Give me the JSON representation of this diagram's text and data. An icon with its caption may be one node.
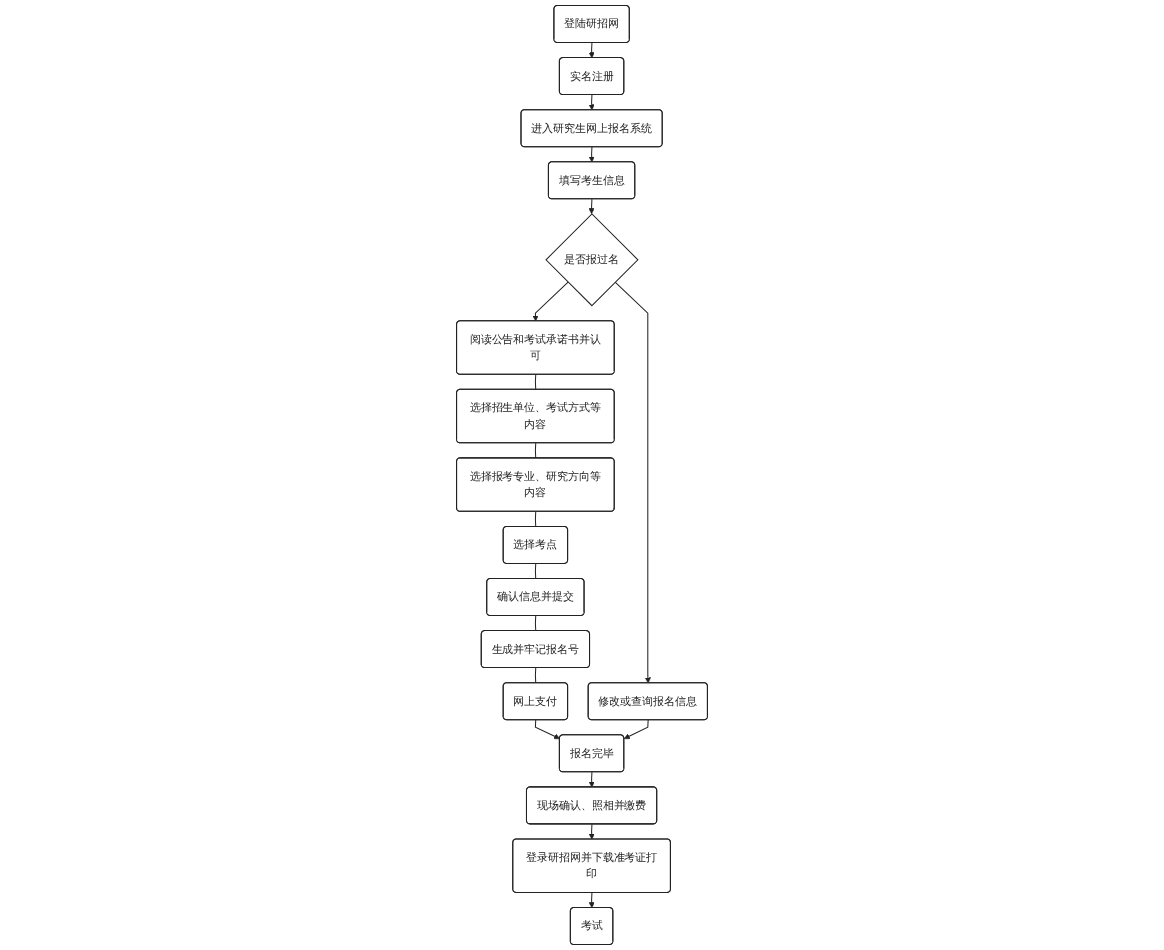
{
  "diagram": {
    "nodes": [
      {
        "text": [
          "登陆研招网"
        ]
      },
      {
        "text": [
          "实名注册"
        ]
      },
      {
        "text": [
          "进入研究生网上报名系统"
        ]
      },
      {
        "text": [
          "填写考生信息"
        ]
      },
      {
        "text": [
          "是否报过名"
        ]
      },
      {
        "text": [
          "阅读公告和考试承诺书并认可"
        ]
      },
      {
        "text": [
          "选择招生单位、考试方式等内容"
        ]
      },
      {
        "text": [
          "选择报考专业、研究方向等内容"
        ]
      },
      {
        "text": [
          "选择考点"
        ]
      },
      {
        "text": [
          "确认信息并提交"
        ]
      },
      {
        "text": [
          "生成并牢记报名号"
        ]
      },
      {
        "text": [
          "网上支付"
        ]
      },
      {
        "text": [
          "修改或查询报名信息"
        ]
      },
      {
        "text": [
          "报名完毕"
        ]
      },
      {
        "text": [
          "现场确认、照相并缴费"
        ]
      },
      {
        "text": [
          "登录研招网并下载准考证打印"
        ]
      },
      {
        "text": [
          "考试"
        ]
      }
    ],
    "edges": [
      {
        "from": 0,
        "to": 1,
        "arrow": "to"
      },
      {
        "from": 1,
        "to": 2,
        "arrow": "to"
      },
      {
        "from": 2,
        "to": 3,
        "arrow": "to"
      },
      {
        "from": 3,
        "to": 4,
        "arrow": "to"
      },
      {
        "from": 4,
        "to": 5,
        "arrow": "to"
      },
      {
        "from": 4,
        "to": 12,
        "arrow": "to"
      },
      {
        "from": 5,
        "to": 6,
        "arrow": "none"
      },
      {
        "from": 6,
        "to": 7,
        "arrow": "none"
      },
      {
        "from": 7,
        "to": 8,
        "arrow": "none"
      },
      {
        "from": 8,
        "to": 9,
        "arrow": "none"
      },
      {
        "from": 9,
        "to": 10,
        "arrow": "none"
      },
      {
        "from": 10,
        "to": 11,
        "arrow": "none"
      },
      {
        "from": 11,
        "to": 13,
        "arrow": "to"
      },
      {
        "from": 12,
        "to": 13,
        "arrow": "to"
      },
      {
        "from": 13,
        "to": 14,
        "arrow": "to"
      },
      {
        "from": 14,
        "to": 15,
        "arrow": "to"
      },
      {
        "from": 15,
        "to": 16,
        "arrow": "to"
      }
    ]
  }
}
